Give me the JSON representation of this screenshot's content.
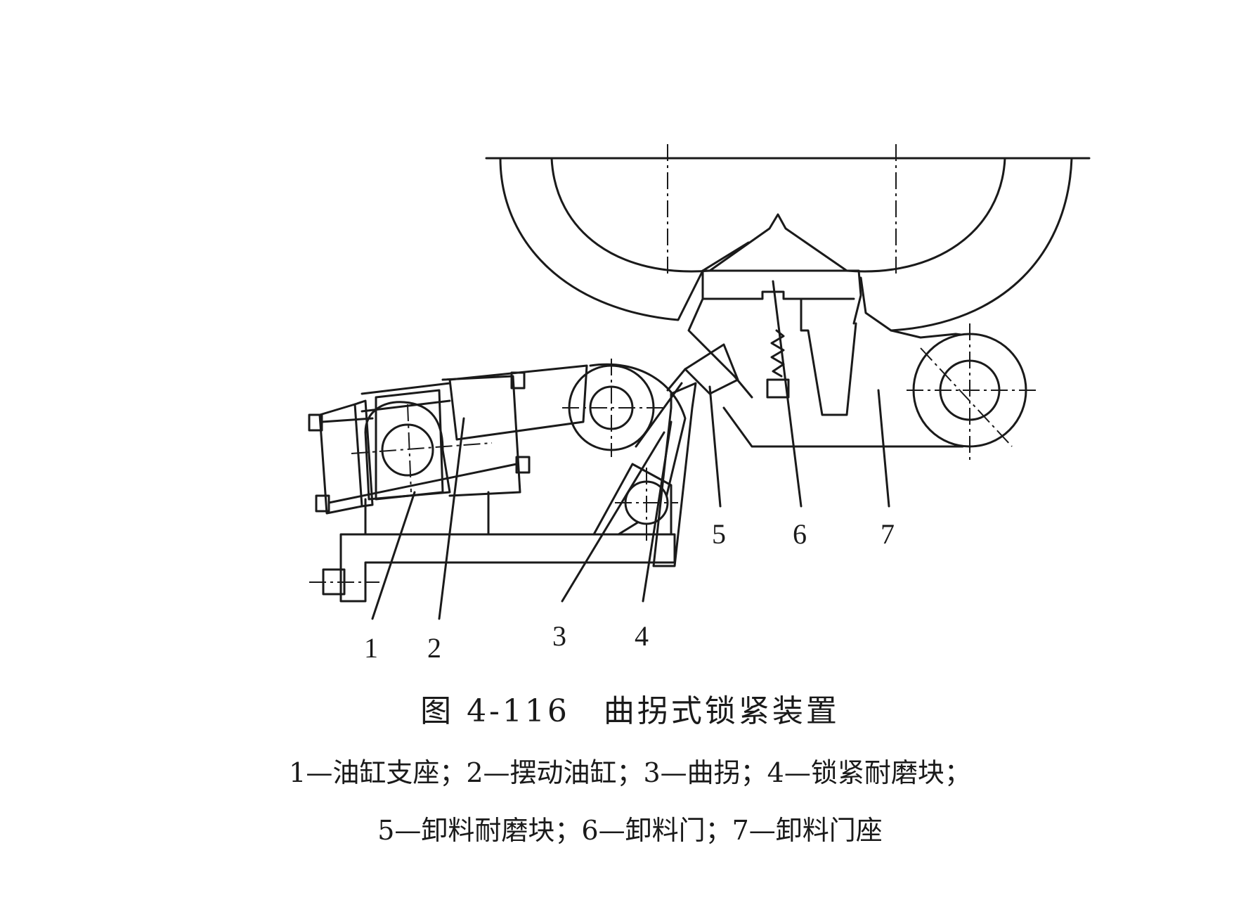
{
  "figure": {
    "title": "图 4-116　曲拐式锁紧装置",
    "legend_line_1": "1—油缸支座；2—摆动油缸；3—曲拐；4—锁紧耐磨块；",
    "legend_line_2": "5—卸料耐磨块；6—卸料门；7—卸料门座"
  },
  "part_labels": {
    "p1": "1",
    "p2": "2",
    "p3": "3",
    "p4": "4",
    "p5": "5",
    "p6": "6",
    "p7": "7"
  },
  "colors": {
    "line": "#1a1a1a",
    "background": "#ffffff"
  }
}
